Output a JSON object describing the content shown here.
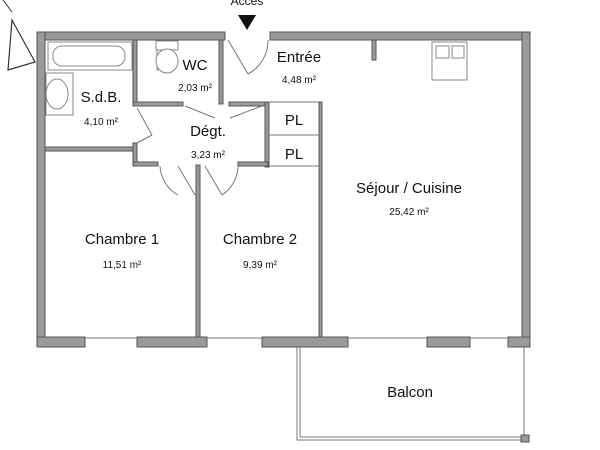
{
  "access_label": "Accès",
  "rooms": [
    {
      "name": "WC",
      "area": "2,03 m²"
    },
    {
      "name": "Entrée",
      "area": "4,48 m²"
    },
    {
      "name": "S.d.B.",
      "area": "4,10 m²"
    },
    {
      "name": "Dégt.",
      "area": "3,23 m²"
    },
    {
      "name": "PL",
      "area": ""
    },
    {
      "name": "PL",
      "area": ""
    },
    {
      "name": "Séjour / Cuisine",
      "area": "25,42 m²"
    },
    {
      "name": "Chambre 1",
      "area": "11,51 m²"
    },
    {
      "name": "Chambre 2",
      "area": "9,39 m²"
    },
    {
      "name": "Balcon",
      "area": ""
    }
  ],
  "colors": {
    "wall": "#9a9a9a",
    "text": "#111111"
  }
}
